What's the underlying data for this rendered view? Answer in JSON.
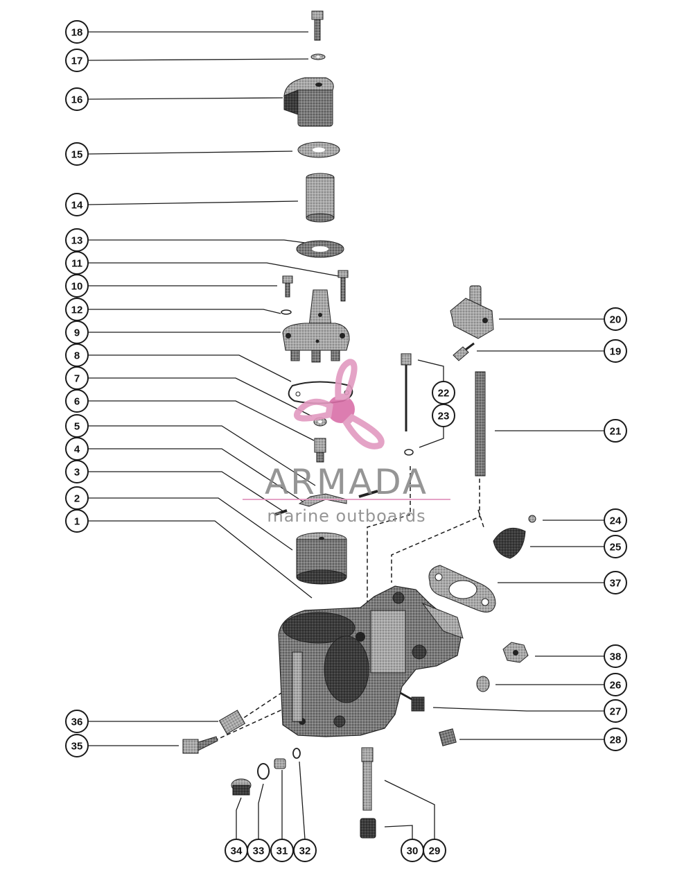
{
  "watermark": {
    "title": "ARMADA",
    "subtitle": "marine outboards",
    "logo_color": "#e29ac0",
    "text_color": "#8a8a8a"
  },
  "callouts": [
    {
      "label": "18"
    },
    {
      "label": "17"
    },
    {
      "label": "16"
    },
    {
      "label": "15"
    },
    {
      "label": "14"
    },
    {
      "label": "13"
    },
    {
      "label": "11"
    },
    {
      "label": "10"
    },
    {
      "label": "12"
    },
    {
      "label": "9"
    },
    {
      "label": "8"
    },
    {
      "label": "7"
    },
    {
      "label": "6"
    },
    {
      "label": "5"
    },
    {
      "label": "4"
    },
    {
      "label": "3"
    },
    {
      "label": "2"
    },
    {
      "label": "1"
    },
    {
      "label": "20"
    },
    {
      "label": "19"
    },
    {
      "label": "22"
    },
    {
      "label": "23"
    },
    {
      "label": "21"
    },
    {
      "label": "24"
    },
    {
      "label": "25"
    },
    {
      "label": "37"
    },
    {
      "label": "38"
    },
    {
      "label": "26"
    },
    {
      "label": "27"
    },
    {
      "label": "28"
    },
    {
      "label": "36"
    },
    {
      "label": "35"
    },
    {
      "label": "34"
    },
    {
      "label": "33"
    },
    {
      "label": "31"
    },
    {
      "label": "32"
    },
    {
      "label": "30"
    },
    {
      "label": "29"
    }
  ]
}
